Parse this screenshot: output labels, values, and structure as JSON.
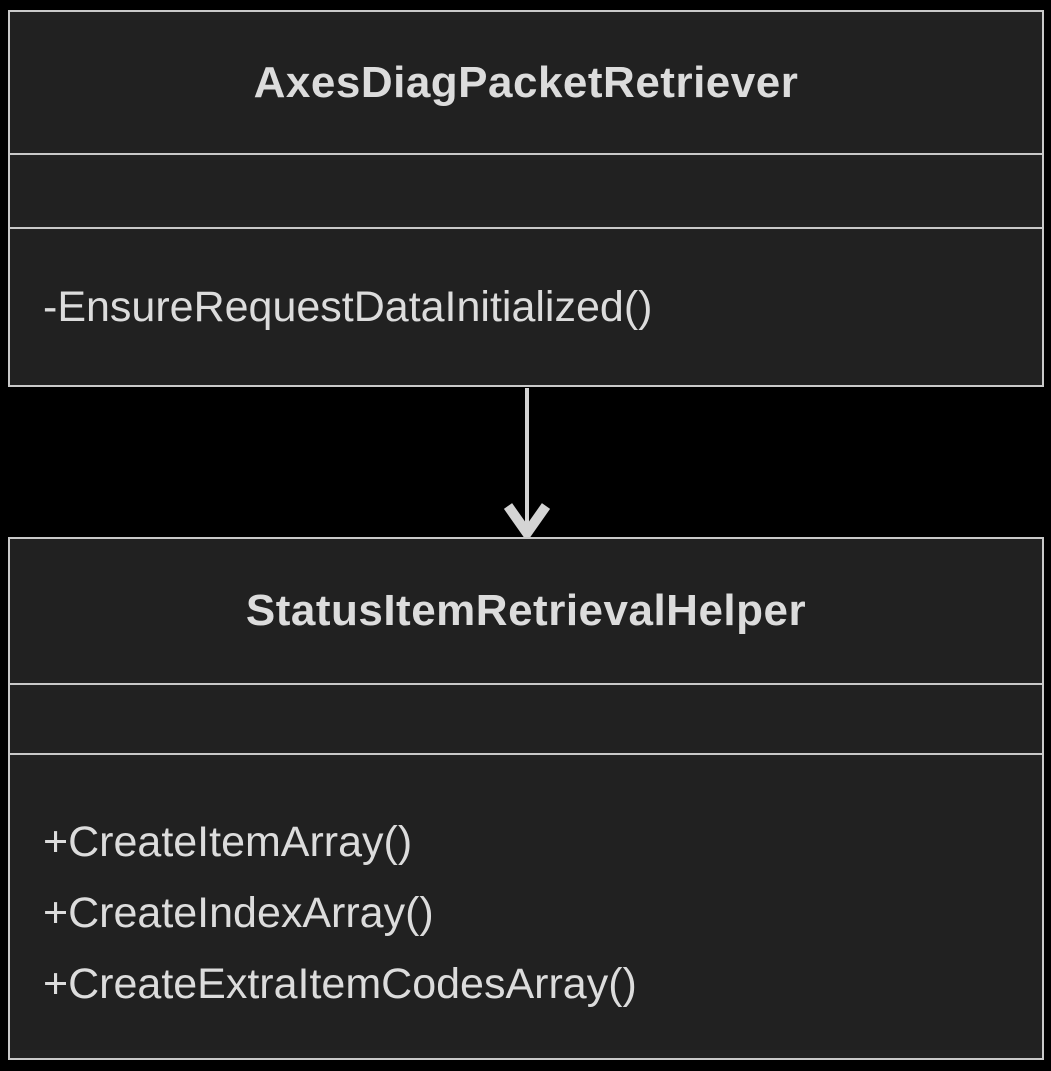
{
  "colors": {
    "background": "#000000",
    "box_fill": "#212121",
    "border": "#c9c9c9",
    "text": "#dcdcdc",
    "arrow": "#d4d4d4"
  },
  "classes": [
    {
      "name": "AxesDiagPacketRetriever",
      "attributes": [],
      "methods": [
        "-EnsureRequestDataInitialized()"
      ]
    },
    {
      "name": "StatusItemRetrievalHelper",
      "attributes": [],
      "methods": [
        "+CreateItemArray()",
        "+CreateIndexArray()",
        "+CreateExtraItemCodesArray()"
      ]
    }
  ],
  "relationship": {
    "type": "directed-association",
    "from": "AxesDiagPacketRetriever",
    "to": "StatusItemRetrievalHelper"
  }
}
